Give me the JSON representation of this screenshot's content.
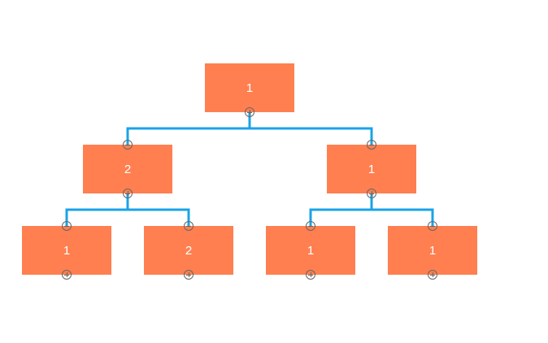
{
  "colors": {
    "node": "#ff7f50",
    "connector": "#1aa3e8"
  },
  "nodes": [
    {
      "id": "n0",
      "label": "1",
      "parent": null
    },
    {
      "id": "n1",
      "label": "2",
      "parent": "n0"
    },
    {
      "id": "n2",
      "label": "1",
      "parent": "n0"
    },
    {
      "id": "n3",
      "label": "1",
      "parent": "n1"
    },
    {
      "id": "n4",
      "label": "2",
      "parent": "n1"
    },
    {
      "id": "n5",
      "label": "1",
      "parent": "n2"
    },
    {
      "id": "n6",
      "label": "1",
      "parent": "n2"
    }
  ],
  "icons": {
    "collapse": "minus-circle-icon",
    "expand": "plus-circle-icon"
  }
}
